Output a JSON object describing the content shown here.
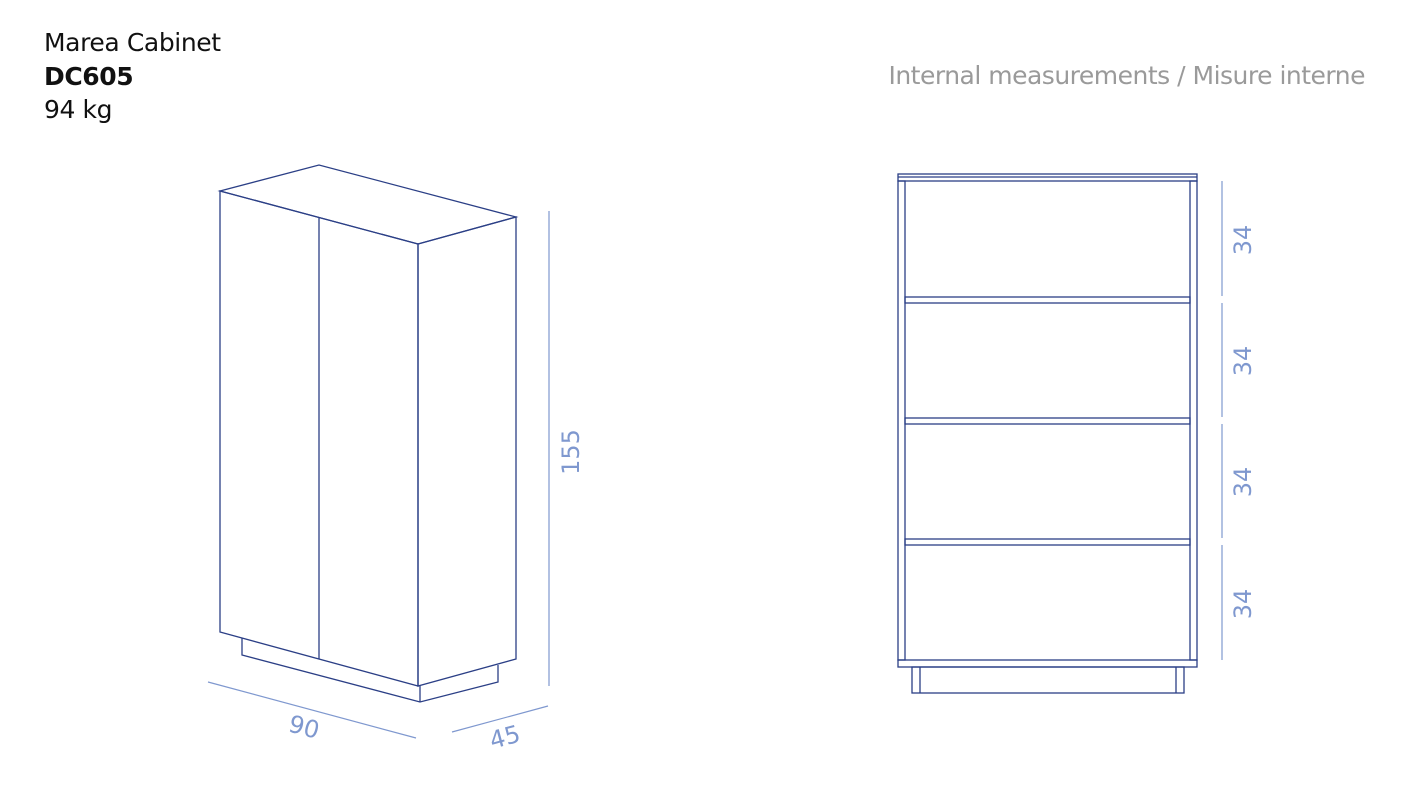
{
  "product": {
    "name": "Marea Cabinet",
    "code": "DC605",
    "weight": "94 kg"
  },
  "internal_label": "Internal measurements / Misure interne",
  "dimensions": {
    "height": "155",
    "width": "90",
    "depth": "45",
    "compartments": [
      "34",
      "34",
      "34",
      "34"
    ]
  },
  "colors": {
    "line": "#2b3f86",
    "dimension": "#7f98cf",
    "muted_text": "#9a9a9a"
  }
}
